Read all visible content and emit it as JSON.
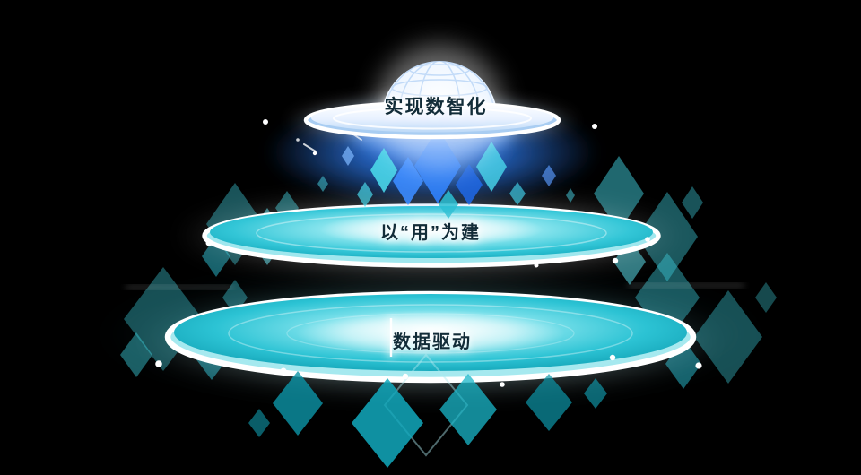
{
  "tiers": [
    {
      "id": "top",
      "label": "实现数智化"
    },
    {
      "id": "middle",
      "label": "以“用”为建"
    },
    {
      "id": "bottom",
      "label": "数据驱动"
    }
  ],
  "colors": {
    "background": "#000000",
    "blue_accent": "#2e7ef5",
    "cyan_accent": "#49d6e8",
    "teal_platform": "#1db0c4",
    "rim_white": "#ffffff",
    "label_text": "#122c38"
  }
}
